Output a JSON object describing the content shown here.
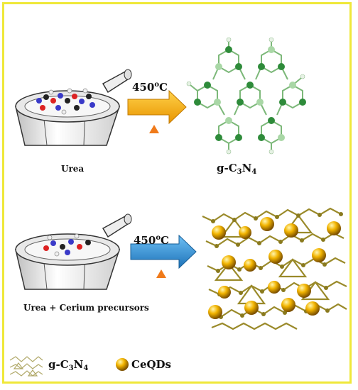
{
  "colors": {
    "frame": "#efe83a",
    "arrow_top": "#f5a800",
    "arrow_bottom": "#2d8fd6",
    "heat_triangle": "#f07a1a",
    "gcn_dark": "#2e8b3a",
    "gcn_light": "#a9d7a6",
    "network": "#9a8a2a",
    "ceqd": "#f2b400"
  },
  "icons": [
    "mortar-and-pestle-icon",
    "heat-triangle-icon",
    "process-arrow-icon",
    "ceqd-sphere-icon"
  ],
  "step1": {
    "reactant_label": "Urea",
    "temperature_value": "450",
    "temperature_unit_sup": "o",
    "temperature_unit": "C",
    "product_prefix": "g-C",
    "product_sub1": "3",
    "product_mid": "N",
    "product_sub2": "4"
  },
  "step2": {
    "reactant_label": "Urea + Cerium precursors",
    "temperature_value": "450",
    "temperature_unit_sup": "o",
    "temperature_unit": "C"
  },
  "legend": {
    "gcn_prefix": "g-C",
    "gcn_sub1": "3",
    "gcn_mid": "N",
    "gcn_sub2": "4",
    "ceqd_label": "CeQDs"
  }
}
